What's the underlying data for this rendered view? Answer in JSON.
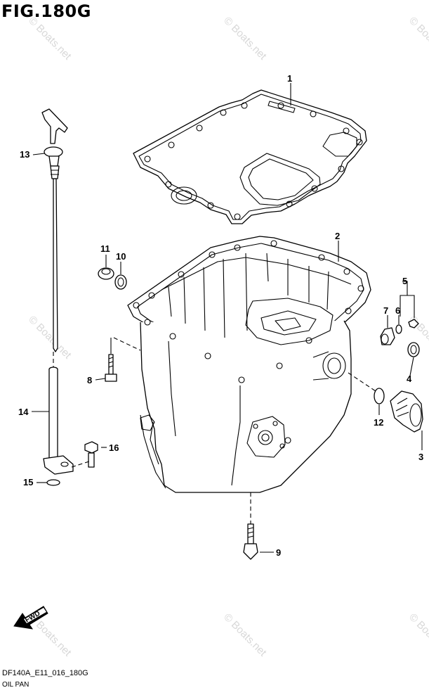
{
  "figure": {
    "title": "FIG.180G",
    "code": "DF140A_E11_016_180G",
    "name": "OIL PAN"
  },
  "watermark": {
    "text": "© Boats.net"
  },
  "direction": {
    "label": "FWD"
  },
  "callouts": {
    "c1": "1",
    "c2": "2",
    "c3": "3",
    "c4": "4",
    "c5": "5",
    "c6": "6",
    "c7": "7",
    "c8": "8",
    "c9": "9",
    "c10": "10",
    "c11": "11",
    "c12": "12",
    "c13": "13",
    "c14": "14",
    "c15": "15",
    "c16": "16"
  },
  "colors": {
    "line": "#000000",
    "watermark": "#d8d8d8",
    "background": "#ffffff"
  }
}
